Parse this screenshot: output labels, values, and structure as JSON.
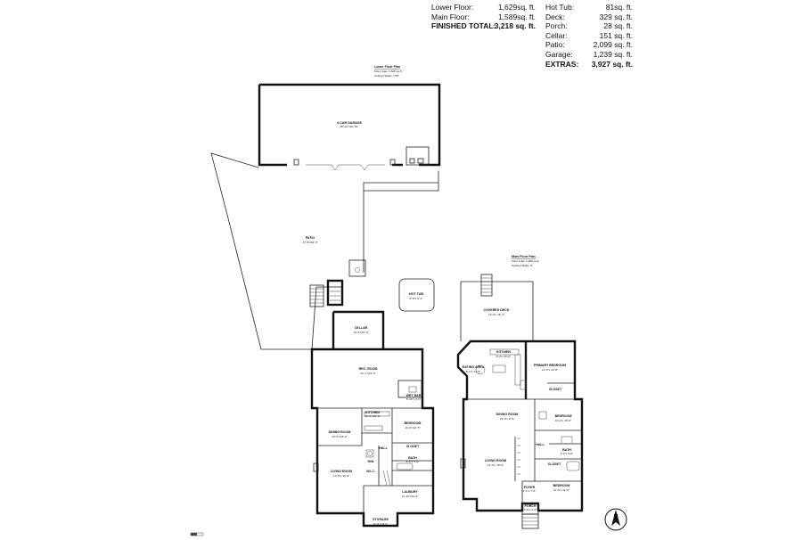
{
  "area_summary": {
    "left": [
      {
        "label": "Lower Floor:",
        "value": "1,629sq. ft."
      },
      {
        "label": "Main Floor:",
        "value": "1,589sq. ft."
      },
      {
        "label": "FINISHED TOTAL:",
        "value": "3,218 sq. ft.",
        "bold": true
      }
    ],
    "right": [
      {
        "label": "Hot Tub:",
        "value": "81sq. ft."
      },
      {
        "label": "Deck:",
        "value": "329 sq. ft."
      },
      {
        "label": "Porch:",
        "value": "28 sq. ft."
      },
      {
        "label": "Cellar:",
        "value": "151 sq. ft."
      },
      {
        "label": "Patio:",
        "value": "2,099 sq. ft."
      },
      {
        "label": "Garage:",
        "value": "1,239 sq. ft."
      },
      {
        "label": "EXTRAS:",
        "value": "3,927 sq. ft.",
        "bold": true
      }
    ]
  },
  "lower_floor": {
    "header": "Lower Floor Plan",
    "floor_area": "Floor Area: 1,629 sq.ft.",
    "ceiling_height": "Ceiling Height: 7'10\"",
    "rooms": {
      "garage": {
        "name": "4-CAR GARAGE",
        "dim": "50'-11\"x22'-10\""
      },
      "patio": {
        "name": "PATIO",
        "dim": "37'-9\"x52'-3\""
      },
      "hot_tub": {
        "name": "HOT TUB",
        "dim": "8'-8\"x 9'-4\""
      },
      "cellar": {
        "name": "CELLAR",
        "dim": "13'-3\"x10'-3\""
      },
      "rec_room": {
        "name": "REC. ROOM",
        "dim": "31'-7\"x12'-3\""
      },
      "wet_bar": {
        "name": "WET BAR",
        "dim": "6'-11\"x 4'-6\""
      },
      "kitchen": {
        "name": "KITCHEN",
        "dim": "10'-0\"x15'-2\""
      },
      "bedroom": {
        "name": "BEDROOM",
        "dim": "10'-0\"x12'-5\""
      },
      "dining": {
        "name": "DINING ROOM",
        "dim": "12'-6\"x13'-2\""
      },
      "hall": {
        "name": "HALL"
      },
      "closet": {
        "name": "CLOSET"
      },
      "bath": {
        "name": "BATH",
        "dim": "8'-5\"x 5'-0\""
      },
      "living": {
        "name": "LIVING ROOM",
        "dim": "12'-8\"x 13'-9\""
      },
      "laundry": {
        "name": "LAUNDRY",
        "dim": "11'-10\"x11'-2\""
      },
      "storage": {
        "name": "STORAGE",
        "dim": "6'-11\"x 8'-2\""
      },
      "wic": {
        "name": "W.I.C."
      },
      "hw": {
        "name": "H/W"
      }
    }
  },
  "main_floor": {
    "header": "Main Floor Plan",
    "floor_area": "Floor Area: 1,589 sq.ft.",
    "ceiling_height": "Ceiling Height: 8'",
    "rooms": {
      "deck": {
        "name": "COVERED DECK",
        "dim": "19'-9\"x 16'-4\""
      },
      "kitchen": {
        "name": "KITCHEN",
        "dim": "9'-2\"x 16'-0\""
      },
      "eating": {
        "name": "EATING AREA",
        "dim": "8'-1\"x 14'-0\""
      },
      "primary": {
        "name": "PRIMARY BEDROOM",
        "dim": "13'-2\"x 12'-8\""
      },
      "closet": {
        "name": "CLOSET"
      },
      "dining": {
        "name": "DINING ROOM",
        "dim": "15'-3\"x 9'-3\""
      },
      "bedroom1": {
        "name": "BEDROOM",
        "dim": "10'-2\"x 10'-0\""
      },
      "hall": {
        "name": "HALL"
      },
      "bath": {
        "name": "BATH",
        "dim": "9'-0\"x 5'-0\""
      },
      "closet2": {
        "name": "CLOSET"
      },
      "living": {
        "name": "LIVING ROOM",
        "dim": "13'-0\"x 18'-5\""
      },
      "foyer": {
        "name": "FOYER",
        "dim": "4'-1\"x 7'-5\""
      },
      "bedroom2": {
        "name": "BEDROOM",
        "dim": "11'-6\"x 12'-9\""
      },
      "porch": {
        "name": "PORCH",
        "dim": "6'-8\"x 4'-2\""
      }
    }
  },
  "compass": {
    "label": "N"
  }
}
